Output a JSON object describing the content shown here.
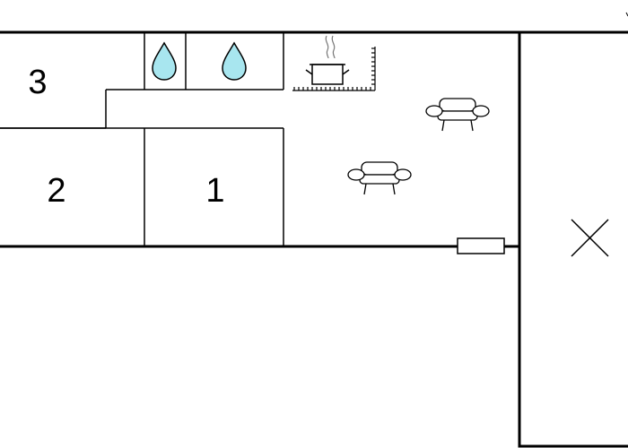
{
  "floorplan": {
    "rooms": [
      {
        "id": "room-3",
        "label": "3"
      },
      {
        "id": "room-2",
        "label": "2"
      },
      {
        "id": "room-1",
        "label": "1"
      }
    ],
    "fixtures": [
      "water-drop-icon",
      "water-drop-icon",
      "cooking-pot-icon",
      "armchair-icon",
      "armchair-icon",
      "window-icon",
      "cross-mark-icon"
    ],
    "colors": {
      "wall": "#000000",
      "water": "#a8e6ef",
      "background": "#ffffff"
    }
  }
}
